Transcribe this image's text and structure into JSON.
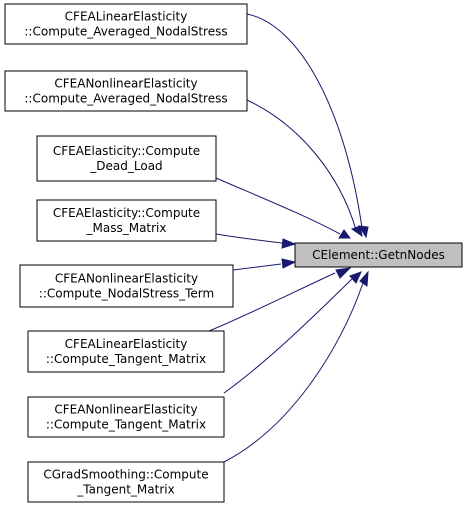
{
  "graph": {
    "type": "caller-graph",
    "edge_color": "#191970",
    "target_fill": "#bfbfbf",
    "target": {
      "id": "getn_nodes",
      "lines": [
        "CElement::GetnNodes"
      ]
    },
    "callers": [
      {
        "id": "fealinear_avg_nodal_stress",
        "lines": [
          "CFEALinearElasticity",
          "::Compute_Averaged_NodalStress"
        ]
      },
      {
        "id": "feanonlinear_avg_nodal_stress",
        "lines": [
          "CFEANonlinearElasticity",
          "::Compute_Averaged_NodalStress"
        ]
      },
      {
        "id": "feaelasticity_dead_load",
        "lines": [
          "CFEAElasticity::Compute",
          "_Dead_Load"
        ]
      },
      {
        "id": "feaelasticity_mass_matrix",
        "lines": [
          "CFEAElasticity::Compute",
          "_Mass_Matrix"
        ]
      },
      {
        "id": "feanonlinear_nodalstress_term",
        "lines": [
          "CFEANonlinearElasticity",
          "::Compute_NodalStress_Term"
        ]
      },
      {
        "id": "fealinear_tangent_matrix",
        "lines": [
          "CFEALinearElasticity",
          "::Compute_Tangent_Matrix"
        ]
      },
      {
        "id": "feanonlinear_tangent_matrix",
        "lines": [
          "CFEANonlinearElasticity",
          "::Compute_Tangent_Matrix"
        ]
      },
      {
        "id": "gradsmoothing_tangent_matrix",
        "lines": [
          "CGradSmoothing::Compute",
          "_Tangent_Matrix"
        ]
      }
    ]
  }
}
